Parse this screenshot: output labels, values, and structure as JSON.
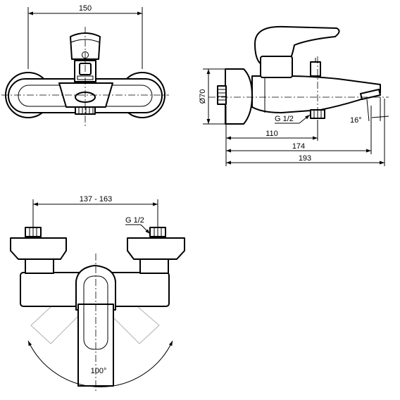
{
  "front_view": {
    "dim_width": "150"
  },
  "side_view": {
    "dim_diameter": "Ø70",
    "dim_connection": "G 1/2",
    "dim_angle": "16°",
    "dim_spout_center": "110",
    "dim_spout_tip": "174",
    "dim_overall": "193"
  },
  "top_view": {
    "dim_centers": "137 - 163",
    "dim_connection": "G 1/2",
    "dim_lever_rotation": "100°"
  }
}
